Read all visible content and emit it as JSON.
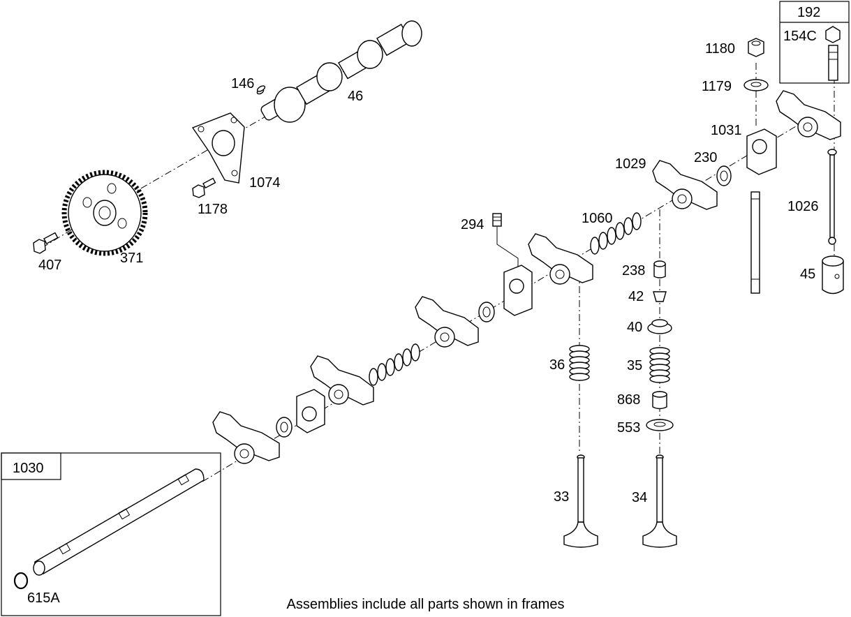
{
  "footer_note": "Assemblies include all parts shown in frames",
  "frames": [
    {
      "id": "frame-192",
      "label": "192"
    },
    {
      "id": "frame-1030",
      "label": "1030"
    }
  ],
  "callouts": [
    {
      "key": "146",
      "label": "146"
    },
    {
      "key": "46",
      "label": "46"
    },
    {
      "key": "1074",
      "label": "1074"
    },
    {
      "key": "1178",
      "label": "1178"
    },
    {
      "key": "407",
      "label": "407"
    },
    {
      "key": "371",
      "label": "371"
    },
    {
      "key": "1180",
      "label": "1180"
    },
    {
      "key": "1179",
      "label": "1179"
    },
    {
      "key": "154C",
      "label": "154C"
    },
    {
      "key": "1031",
      "label": "1031"
    },
    {
      "key": "1029",
      "label": "1029"
    },
    {
      "key": "230",
      "label": "230"
    },
    {
      "key": "294",
      "label": "294"
    },
    {
      "key": "1060",
      "label": "1060"
    },
    {
      "key": "1026",
      "label": "1026"
    },
    {
      "key": "238",
      "label": "238"
    },
    {
      "key": "45",
      "label": "45"
    },
    {
      "key": "42",
      "label": "42"
    },
    {
      "key": "40",
      "label": "40"
    },
    {
      "key": "36",
      "label": "36"
    },
    {
      "key": "35",
      "label": "35"
    },
    {
      "key": "868",
      "label": "868"
    },
    {
      "key": "553",
      "label": "553"
    },
    {
      "key": "33",
      "label": "33"
    },
    {
      "key": "34",
      "label": "34"
    },
    {
      "key": "615A",
      "label": "615A"
    }
  ]
}
